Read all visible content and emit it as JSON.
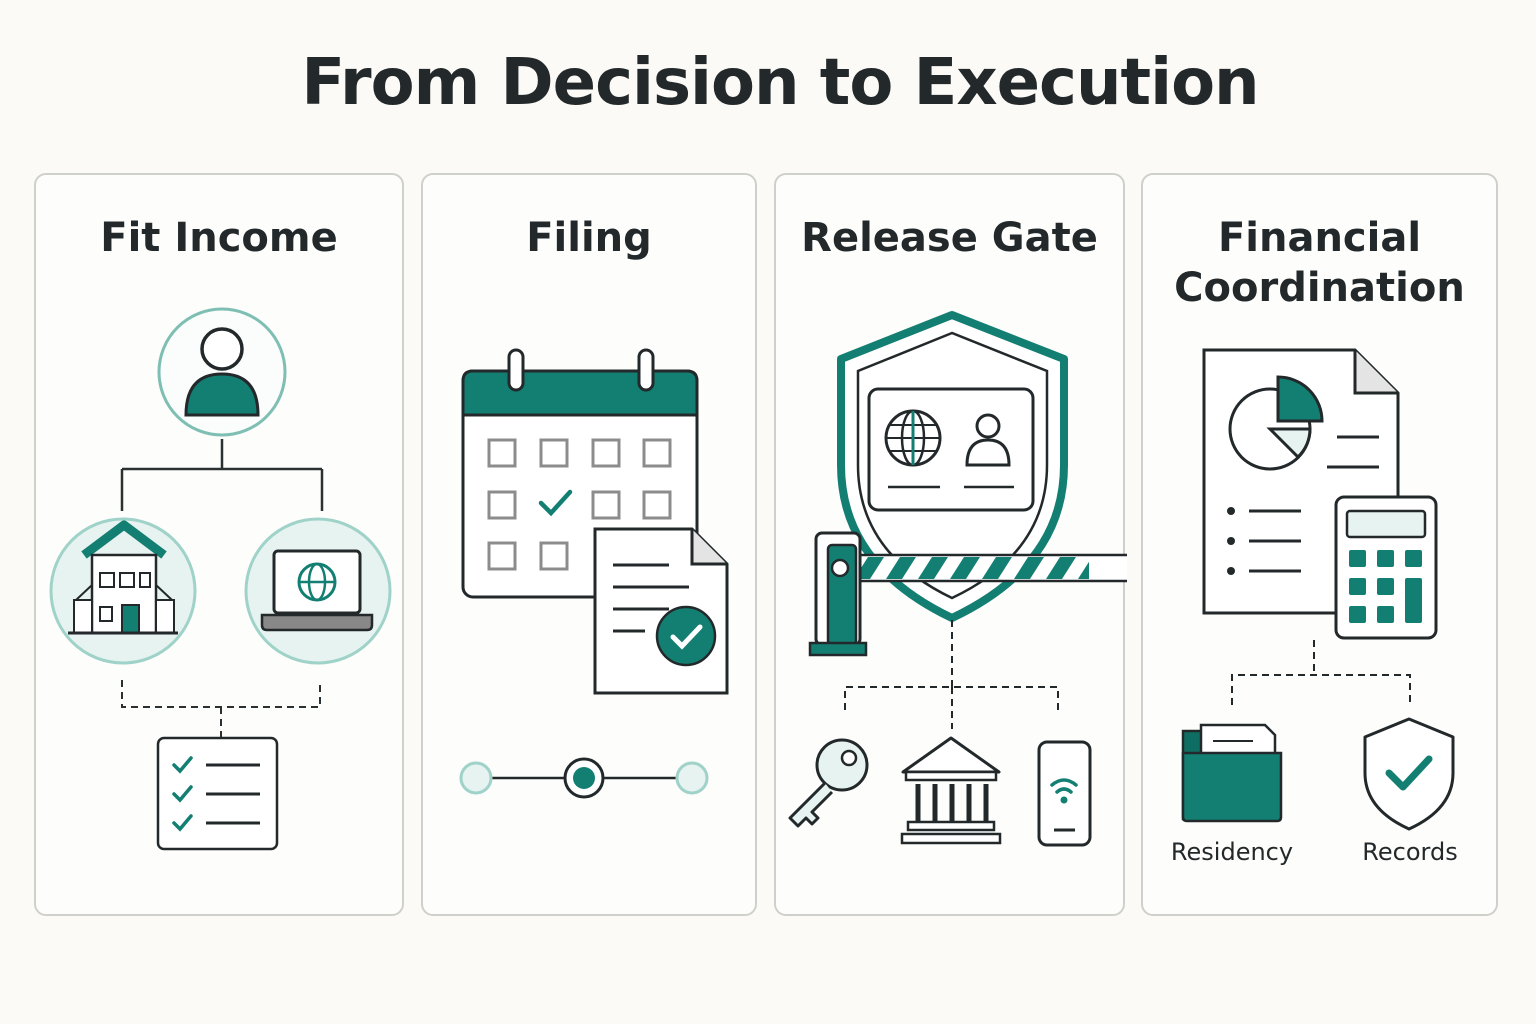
{
  "title": "From Decision to Execution",
  "colors": {
    "teal": "#137f72",
    "teal_light": "#e6f3f0",
    "ink": "#23292b",
    "gray": "#888888"
  },
  "panels": [
    {
      "title": "Fit Income",
      "icons": [
        "user-icon",
        "house-icon",
        "laptop-globe-icon",
        "checklist-icon"
      ]
    },
    {
      "title": "Filing",
      "icons": [
        "calendar-icon",
        "document-check-icon",
        "progress-steps"
      ]
    },
    {
      "title": "Release Gate",
      "icons": [
        "shield-id-icon",
        "barrier-gate-icon",
        "key-icon",
        "bank-icon",
        "phone-wifi-icon"
      ]
    },
    {
      "title_line1": "Financial",
      "title_line2": "Coordination",
      "icons": [
        "report-chart-icon",
        "calculator-icon",
        "folder-icon",
        "shield-check-icon"
      ],
      "labels": {
        "residency": "Residency",
        "records": "Records"
      }
    }
  ]
}
